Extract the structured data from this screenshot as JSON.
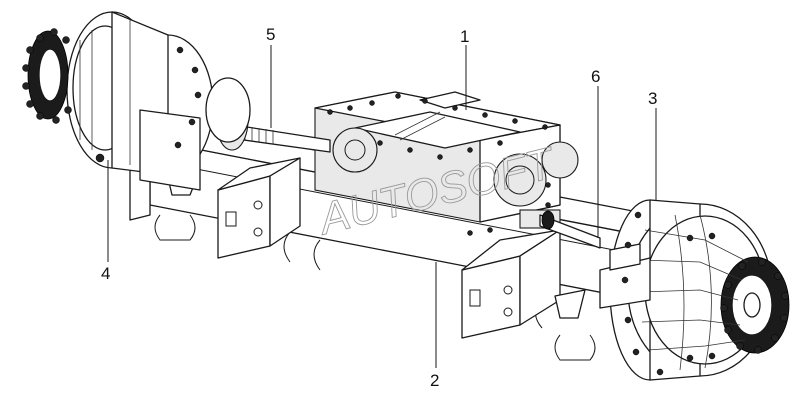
{
  "diagram": {
    "callouts": [
      {
        "id": "c1",
        "label": "1"
      },
      {
        "id": "c2",
        "label": "2"
      },
      {
        "id": "c3",
        "label": "3"
      },
      {
        "id": "c4",
        "label": "4"
      },
      {
        "id": "c5",
        "label": "5"
      },
      {
        "id": "c6",
        "label": "6"
      }
    ],
    "watermark": "AUTOSOFT"
  }
}
